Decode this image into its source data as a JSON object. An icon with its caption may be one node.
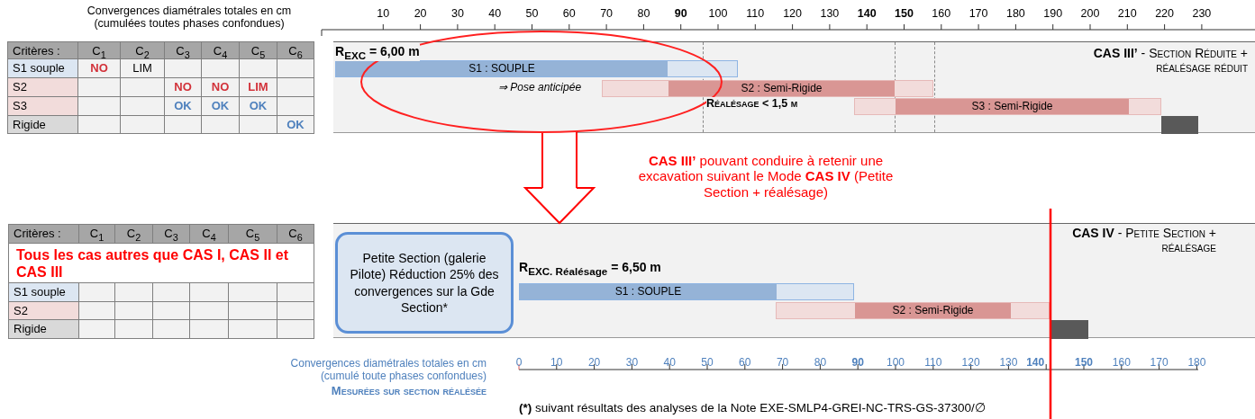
{
  "diagram": {
    "nodes": [
      {
        "text": [
          "R$_{EXC}$ = 6,00 m",
          "**CAS III’** - Section Réduite + réalésage réduit"
        ]
      },
      {
        "text": [
          "S1 : SOUPLE"
        ],
        "in": 0
      },
      {
        "text": [
          "S2 : Semi-Rigide"
        ],
        "in": 0
      },
      {
        "text": [
          "S3 : Semi-Rigide"
        ],
        "in": 0
      },
      {
        "text": [],
        "shape": "bar",
        "in": 0
      },
      {
        "text": [],
        "shape": "ellipse"
      },
      {
        "text": [
          "**CAS IV** - Petite Section + réalésage",
          "R$_{EXC. Réalésage}$ = 6,50 m"
        ]
      },
      {
        "text": [
          "Petite Section (galerie Pilote) Réduction 25% des convergences sur la Gde Section*"
        ],
        "in": 6
      },
      {
        "text": [
          "S1 : SOUPLE"
        ],
        "in": 6
      },
      {
        "text": [
          "S2 : Semi-Rigide"
        ],
        "in": 6
      },
      {
        "text": [],
        "shape": "bar",
        "in": 6
      }
    ],
    "edges": [
      {
        "from": 5,
        "to": 6,
        "arrow": "to",
        "color": "#ff0000"
      }
    ],
    "labels": [
      "Convergences diamétrales totales en cm (cumulées toutes phases confondues)",
      "10",
      "20",
      "30",
      "40",
      "50",
      "60",
      "70",
      "80",
      "90",
      "100",
      "110",
      "120",
      "130",
      "140",
      "150",
      "160",
      "170",
      "180",
      "190",
      "200",
      "210",
      "220",
      "230",
      "Critères :",
      "C$_{1}$",
      "C$_{2}$",
      "C$_{3}$",
      "C$_{4}$",
      "C$_{5}$",
      "C$_{6}$",
      "S1 souple",
      "NO",
      "LIM",
      "S2",
      "NO",
      "NO",
      "LIM",
      "S3",
      "OK",
      "OK",
      "OK",
      "Rigide",
      "OK",
      "⇒ Pose anticipée",
      "Réalésage < 1,5 m",
      "**CAS III’** pouvant conduire à retenir une excavation suivant le Mode **CAS IV** (Petite Section + réalésage)",
      "Critères :",
      "C$_{1}$",
      "C$_{2}$",
      "C$_{3}$",
      "C$_{4}$",
      "C$_{5}$",
      "C$_{6}$",
      "Tous les cas autres que CAS I, CAS II et CAS III",
      "S1 souple",
      "S2",
      "Rigide",
      "Convergences diamétrales totales en cm (cumulé toute phases confondues)",
      "0",
      "10",
      "20",
      "30",
      "40",
      "50",
      "60",
      "70",
      "80",
      "90",
      "100",
      "110",
      "120",
      "130",
      "140",
      "150",
      "160",
      "170",
      "180",
      "Mesurées sur section réalésée",
      "**(*)** suivant résultats des analyses de la Note  EXE-SMLP4-GREI-NC-TRS-GS-37300/∅"
    ]
  }
}
